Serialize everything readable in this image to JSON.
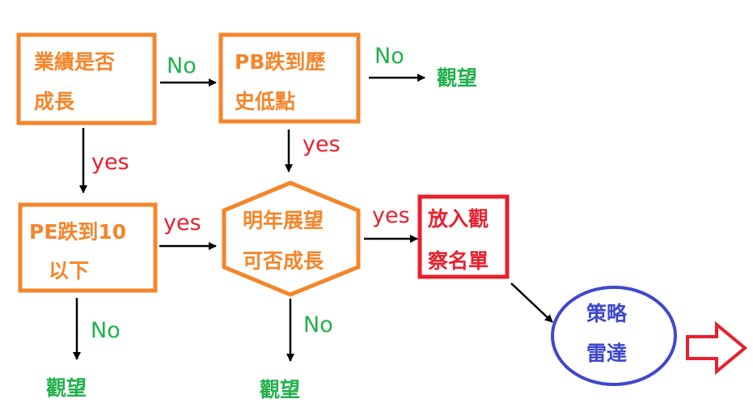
{
  "colors": {
    "orange": "#f5852a",
    "green": "#22b04c",
    "red": "#e8202e",
    "blue": "#3f48cc",
    "arrow": "#000000"
  },
  "nodes": {
    "growth": {
      "line1": "業績是否",
      "line2": "成長"
    },
    "pb_low": {
      "line1": "PB跌到歷",
      "line2": "史低點"
    },
    "pe_low": {
      "line1": "PE跌到10",
      "line2": "以下"
    },
    "outlook": {
      "line1": "明年展望",
      "line2": "可否成長"
    },
    "watchlist": {
      "line1": "放入觀",
      "line2": "察名單"
    },
    "radar": {
      "line1": "策略",
      "line2": "雷達"
    },
    "wait_1": "觀望",
    "wait_2": "觀望",
    "wait_3": "觀望"
  },
  "edges": {
    "growth_to_pb": "No",
    "pb_to_wait": "No",
    "growth_to_pe": "yes",
    "pb_to_outlook": "yes",
    "pe_to_outlook": "yes",
    "outlook_to_watch": "yes",
    "pe_to_wait": "No",
    "outlook_to_wait": "No"
  }
}
